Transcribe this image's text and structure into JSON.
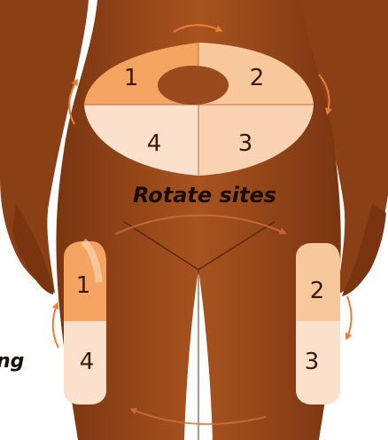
{
  "caption": "Rotate sites",
  "cut_off_text": "ng",
  "abdomen_zones": [
    {
      "label": "1",
      "color": "#f4a460"
    },
    {
      "label": "2",
      "color": "#f9c79c"
    },
    {
      "label": "4",
      "color": "#fbe0cc"
    },
    {
      "label": "3",
      "color": "#f9d2b4"
    }
  ],
  "left_thigh_zones": [
    {
      "label": "1",
      "color": "#f4a460"
    },
    {
      "label": "4",
      "color": "#fbe0cc"
    }
  ],
  "right_thigh_zones": [
    {
      "label": "2",
      "color": "#f9c79c"
    },
    {
      "label": "3",
      "color": "#fbe0cc"
    }
  ],
  "colors": {
    "skin": "#9a4a1e",
    "skin_dark": "#7a3510",
    "skin_light": "#b0602a",
    "arrow": "#e87c3a",
    "outline": "#a05020",
    "navel": "#9a4a1e"
  }
}
